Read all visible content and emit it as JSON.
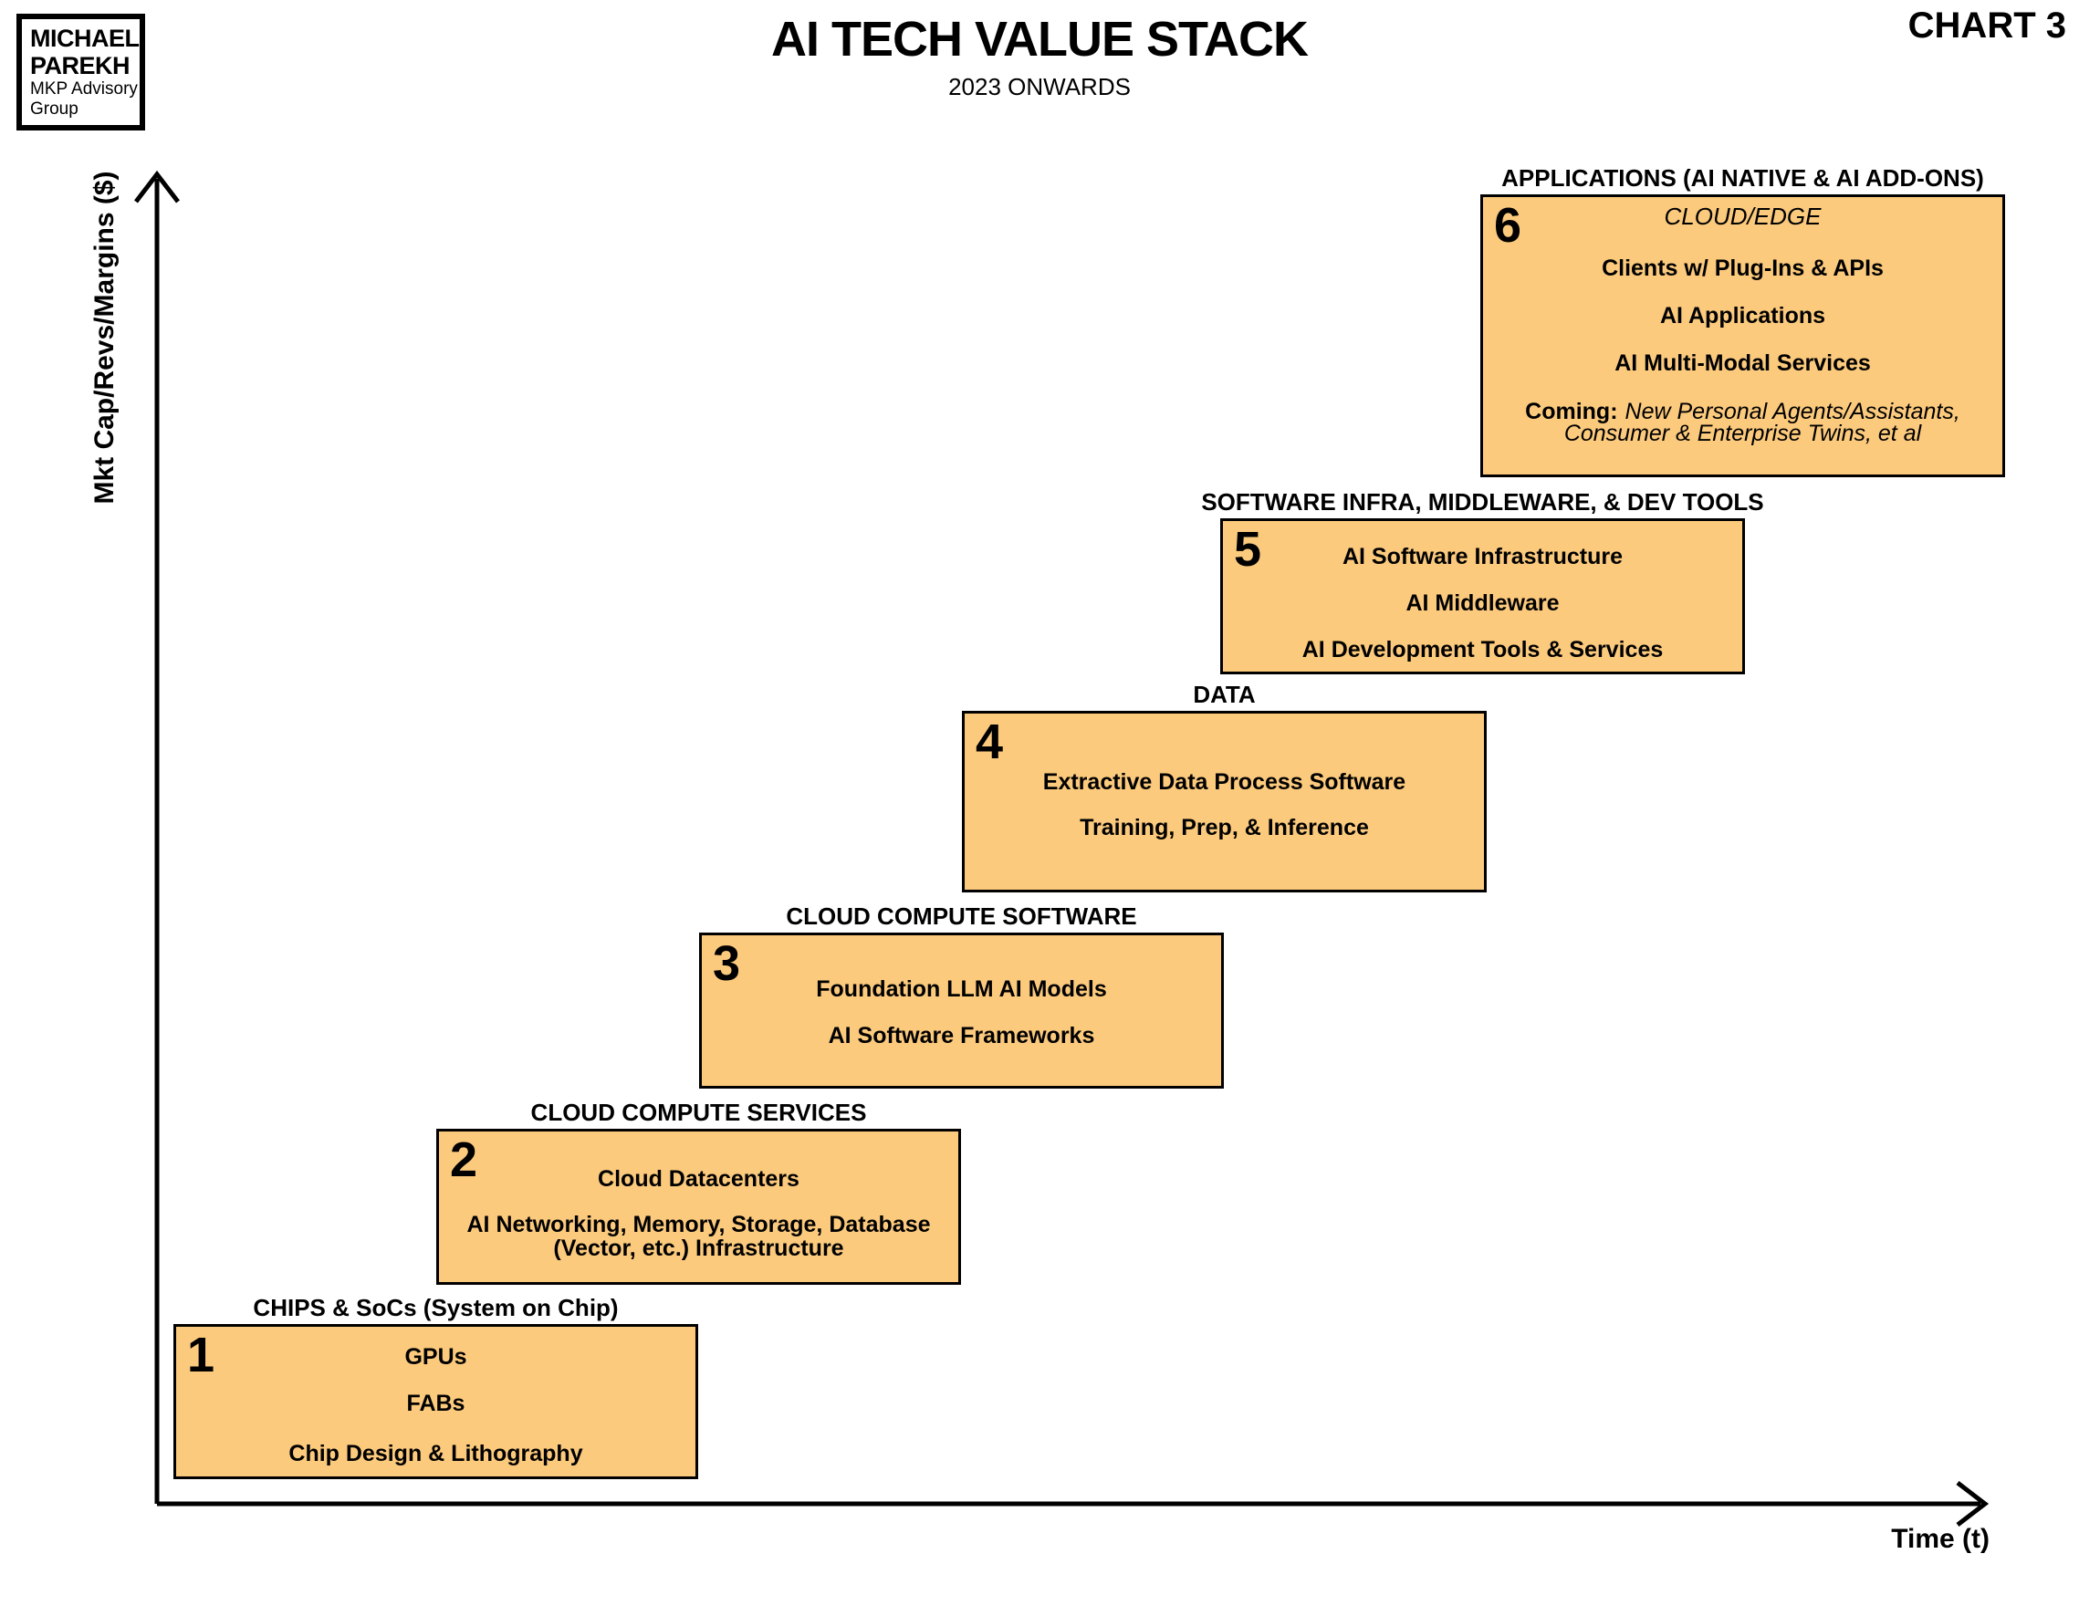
{
  "page": {
    "chart_label": "CHART 3",
    "title": "AI TECH VALUE STACK",
    "subtitle": "2023 ONWARDS"
  },
  "logo": {
    "name_line1": "MICHAEL",
    "name_line2": "PAREKH",
    "org_line1": "MKP Advisory",
    "org_line2": "Group"
  },
  "axes": {
    "y_label": "Mkt Cap/Revs/Margins ($)",
    "x_label": "Time (t)"
  },
  "colors": {
    "box_fill": "#FCCA7D",
    "box_border": "#000000",
    "text": "#000000",
    "background": "#FFFFFF"
  },
  "steps": [
    {
      "number": "1",
      "title": "CHIPS & SoCs (System on Chip)",
      "lines": [
        "GPUs",
        "FABs",
        "Chip Design & Lithography"
      ]
    },
    {
      "number": "2",
      "title": "CLOUD COMPUTE SERVICES",
      "lines": [
        "Cloud Datacenters",
        "AI Networking, Memory, Storage, Database",
        "(Vector, etc.) Infrastructure"
      ]
    },
    {
      "number": "3",
      "title": "CLOUD COMPUTE SOFTWARE",
      "lines": [
        "Foundation LLM AI Models",
        "AI Software Frameworks"
      ]
    },
    {
      "number": "4",
      "title": "DATA",
      "lines": [
        "Extractive Data Process Software",
        "Training, Prep, & Inference"
      ]
    },
    {
      "number": "5",
      "title": "SOFTWARE INFRA, MIDDLEWARE, & DEV TOOLS",
      "lines": [
        "AI Software Infrastructure",
        "AI Middleware",
        "AI Development Tools & Services"
      ]
    },
    {
      "number": "6",
      "title": "APPLICATIONS (AI NATIVE & AI ADD-ONS)",
      "environment": "CLOUD/EDGE",
      "lines": [
        "Clients w/ Plug-Ins & APIs",
        "AI Applications",
        "AI Multi-Modal Services"
      ],
      "coming_label": "Coming:",
      "coming_line1": "New Personal Agents/Assistants,",
      "coming_line2": "Consumer & Enterprise Twins, et al"
    }
  ]
}
